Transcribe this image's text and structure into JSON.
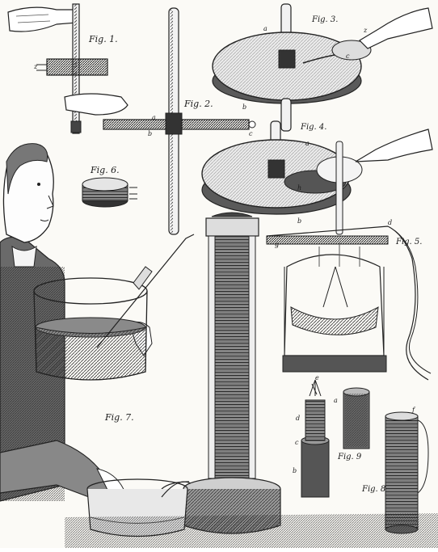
{
  "plate": {
    "figure_labels": {
      "fig1": "Fig. 1.",
      "fig2": "Fig. 2.",
      "fig3": "Fig. 3.",
      "fig4": "Fig. 4.",
      "fig5": "Fig. 5.",
      "fig6": "Fig. 6.",
      "fig7": "Fig. 7.",
      "fig8": "Fig. 8",
      "fig9": "Fig. 9"
    },
    "letters": {
      "a": "a",
      "b": "b",
      "c": "c",
      "d": "d",
      "e": "e",
      "f": "f",
      "g": "g",
      "h": "h",
      "z": "z"
    }
  },
  "colors": {
    "ink": "#1b1b1b",
    "paper": "#fbfaf6",
    "shade": "#6e6e6e"
  }
}
